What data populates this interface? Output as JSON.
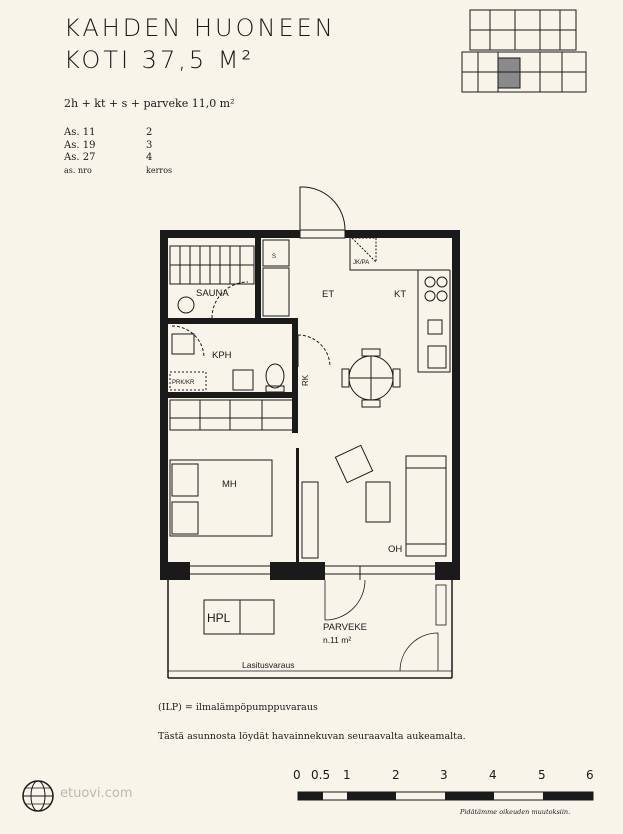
{
  "header": {
    "title_line1": "KAHDEN HUONEEN",
    "title_line2": "KOTI 37,5 M²",
    "subtitle": "2h + kt + s + parveke 11,0 m²"
  },
  "apartments": [
    {
      "number": "As. 11",
      "floor": "2"
    },
    {
      "number": "As. 19",
      "floor": "3"
    },
    {
      "number": "As. 27",
      "floor": "4"
    }
  ],
  "apartments_legend": {
    "number": "as. nro",
    "floor": "kerros"
  },
  "rooms": {
    "sauna": "SAUNA",
    "kph": "KPH",
    "prkr": "PRK/KR",
    "et": "ET",
    "kt": "KT",
    "jkpa": "JK/PA",
    "s": "S",
    "rk": "RK",
    "mh": "MH",
    "oh": "OH",
    "hpl": "HPL",
    "parveke": "PARVEKE",
    "parveke_area": "n.11 m²",
    "lasitusvaraus": "Lasitusvaraus"
  },
  "notes": {
    "ilp": "(ILP) = ilmalämpöpumppuvaraus",
    "view": "Tästä asunnosta löydät havainnekuvan seuraavalta aukeamalta."
  },
  "scale": {
    "labels": [
      "0",
      "0.5",
      "1",
      "2",
      "3",
      "4",
      "5",
      "6"
    ]
  },
  "footer": {
    "rights": "Pidätämme oikeuden muutoksiin.",
    "watermark": "etuovi.com"
  },
  "colors": {
    "background": "#f8f4ea",
    "wall": "#1a1a1a",
    "highlight": "#8a8a8a"
  }
}
